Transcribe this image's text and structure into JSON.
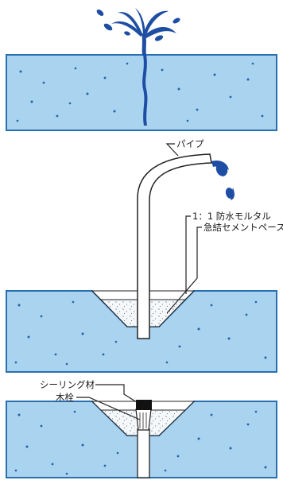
{
  "labels": {
    "pipe": "パイプ",
    "mortar": "1：1 防水モルタル",
    "cement_paste": "急結セメントペースト",
    "sealing": "シーリング材",
    "wood_plug": "木栓"
  },
  "colors": {
    "concrete_fill": "#a9d3ee",
    "concrete_edge": "#2a6fb0",
    "water": "#1e4ea3",
    "dots": "#2a5fa8",
    "paste_fill": "#f4f8fb",
    "outline": "#222222"
  }
}
